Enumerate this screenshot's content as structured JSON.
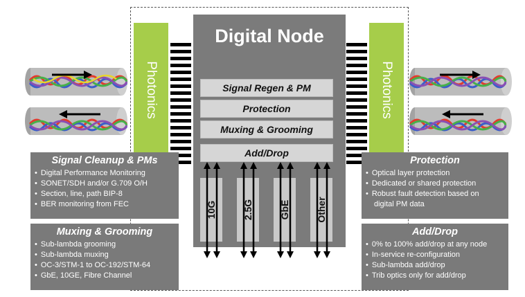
{
  "node": {
    "title": "Digital Node",
    "functions": [
      "Signal Regen & PM",
      "Protection",
      "Muxing & Grooming",
      "Add/Drop"
    ],
    "tributaries": [
      "10G",
      "2.5G",
      "GbE",
      "Other"
    ]
  },
  "photonics": {
    "left_label": "Photonics",
    "right_label": "Photonics"
  },
  "colors": {
    "photonics": "#a6cd4a",
    "node": "#7b7b7b",
    "info_box": "#7a7a7a",
    "fiber": "#bcbcbc"
  },
  "panels": {
    "signal_cleanup": {
      "title": "Signal Cleanup & PMs",
      "items": [
        "Digital Performance Monitoring",
        "SONET/SDH and/or G.709 O/H",
        "Section, line, path BIP-8",
        "BER monitoring from FEC"
      ]
    },
    "muxing_grooming": {
      "title": "Muxing & Grooming",
      "items": [
        "Sub-lambda grooming",
        "Sub-lambda muxing",
        "OC-3/STM-1 to OC-192/STM-64",
        "GbE, 10GE, Fibre Channel"
      ]
    },
    "protection": {
      "title": "Protection",
      "items": [
        "Optical layer protection",
        "Dedicated or shared protection",
        "Robust fault detection based on",
        "digital PM data"
      ]
    },
    "add_drop": {
      "title": "Add/Drop",
      "items": [
        "0% to 100% add/drop at any node",
        "In-service re-configuration",
        "Sub-lambda add/drop",
        "Trib optics only for add/drop"
      ]
    }
  }
}
